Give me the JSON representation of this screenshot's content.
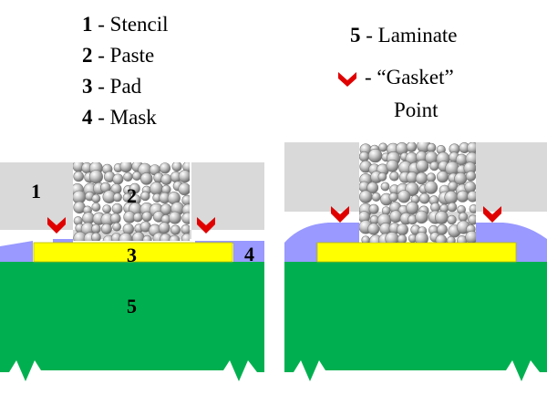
{
  "legend_left": [
    {
      "num": "1",
      "label": "- Stencil"
    },
    {
      "num": "2",
      "label": "- Paste"
    },
    {
      "num": "3",
      "label": "- Pad"
    },
    {
      "num": "4",
      "label": "- Mask"
    }
  ],
  "legend_right": {
    "laminate": {
      "num": "5",
      "label": "- Laminate"
    },
    "gasket_line1": "- “Gasket”",
    "gasket_line2": "Point"
  },
  "callouts": {
    "stencil": "1",
    "paste": "2",
    "pad": "3",
    "mask": "4",
    "laminate": "5"
  },
  "colors": {
    "stencil": "#d9d9d9",
    "paste_ball": "#a6a6a6",
    "pad": "#ffff00",
    "mask": "#9999ff",
    "laminate": "#00b050",
    "gasket_marker": "#e00000"
  }
}
